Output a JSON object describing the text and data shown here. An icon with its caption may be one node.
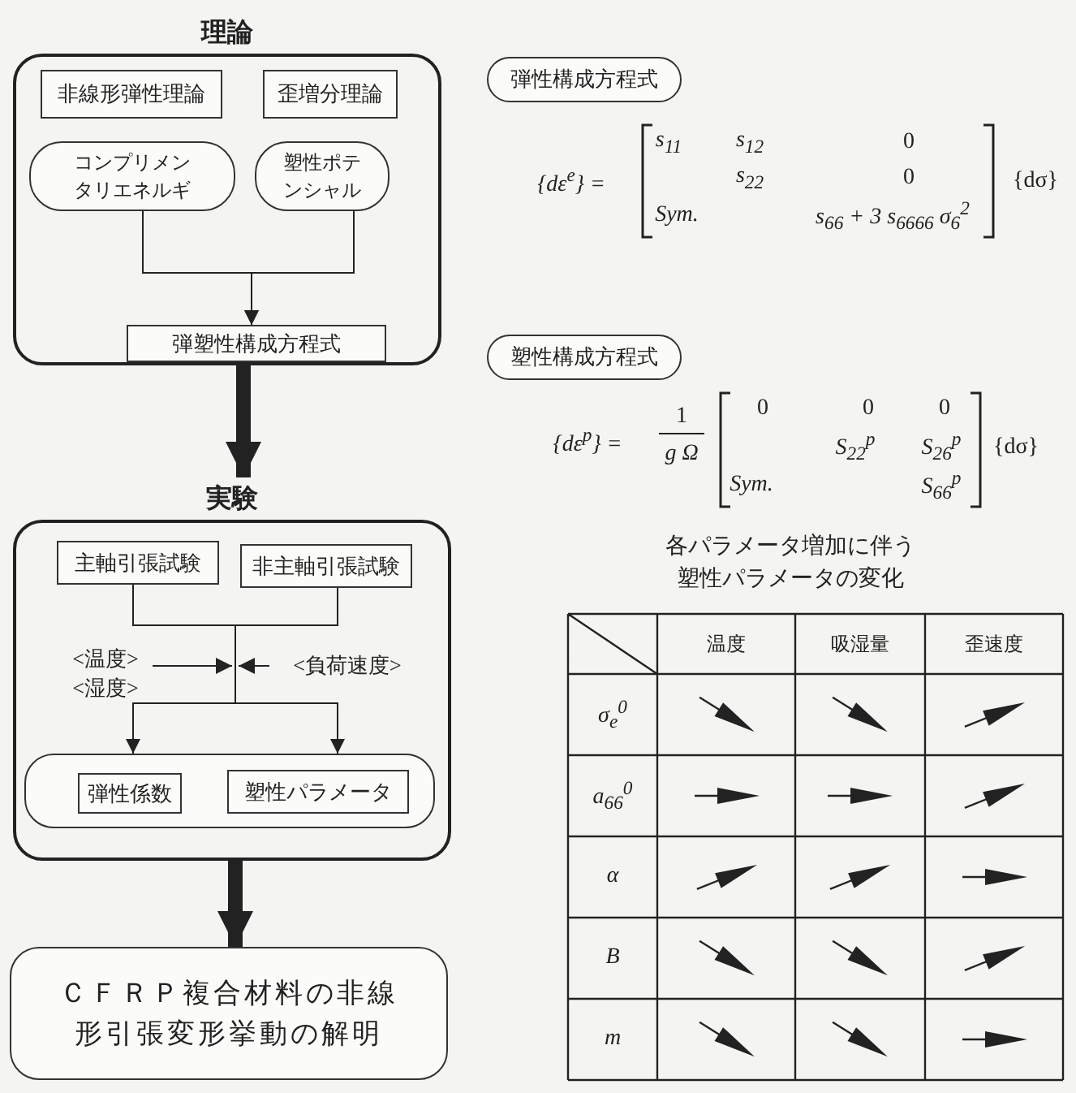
{
  "diagram": {
    "nodes": [
      {
        "text": [
          "理論"
        ]
      },
      {
        "text": [
          "非線形弾性理論"
        ],
        "in": 0
      },
      {
        "text": [
          "歪増分理論"
        ],
        "in": 0
      },
      {
        "text": [
          "コンプリメンタリエネルギ"
        ],
        "in": 0
      },
      {
        "text": [
          "塑性ポテンシャル"
        ],
        "in": 0
      },
      {
        "text": [
          "弾塑性構成方程式"
        ],
        "in": 0
      },
      {
        "text": [
          "実験"
        ]
      },
      {
        "text": [
          "主軸引張試験"
        ],
        "in": 6
      },
      {
        "text": [
          "非主軸引張試験"
        ],
        "in": 6
      },
      {
        "text": [],
        "shape": "box",
        "in": 6
      },
      {
        "text": [
          "弾性係数"
        ],
        "in": 9
      },
      {
        "text": [
          "塑性パラメータ"
        ],
        "in": 9
      },
      {
        "text": [
          "ＣＦＲＰ複合材料の非線形引張変形挙動の解明"
        ]
      },
      {
        "text": [
          "弾性構成方程式"
        ]
      },
      {
        "text": [
          "塑性構成方程式"
        ]
      },
      {
        "text": [
          "<温度>",
          "<湿度>"
        ],
        "in": 6
      },
      {
        "text": [
          "<負荷速度>"
        ],
        "in": 6
      }
    ],
    "edges": [
      {
        "from": 3,
        "to": 5,
        "arrow": "to"
      },
      {
        "from": 4,
        "to": 5,
        "arrow": "to"
      },
      {
        "from": 0,
        "to": 6,
        "arrow": "to",
        "style": "thick"
      },
      {
        "from": 7,
        "to": 9,
        "arrow": "to"
      },
      {
        "from": 8,
        "to": 9,
        "arrow": "to"
      },
      {
        "from": 15,
        "to": null,
        "arrow": "to"
      },
      {
        "from": 16,
        "to": null,
        "arrow": "to"
      },
      {
        "from": 6,
        "to": 12,
        "arrow": "to",
        "style": "thick"
      }
    ],
    "labels": [
      "{dε$^{e}$} =",
      "s$_{11}$",
      "s$_{12}$",
      "0",
      "s$_{22}$",
      "0",
      "Sym.",
      "s$_{66}$ + 3 s$_{6666}$ σ$_{6}$$^{2}$",
      "{dσ}",
      "{dε$^{p}$} =",
      "1",
      "g Ω",
      "0",
      "0",
      "0",
      "S$_{22}$$^{p}$",
      "S$_{26}$$^{p}$",
      "Sym.",
      "S$_{66}$$^{p}$",
      "{dσ}",
      "各パラメータ増加に伴う塑性パラメータの変化",
      "温度",
      "吸湿量",
      "歪速度",
      "σ$_{e}$$^{0}$",
      "a$_{66}$$^{0}$",
      "α",
      "B",
      "m"
    ]
  }
}
